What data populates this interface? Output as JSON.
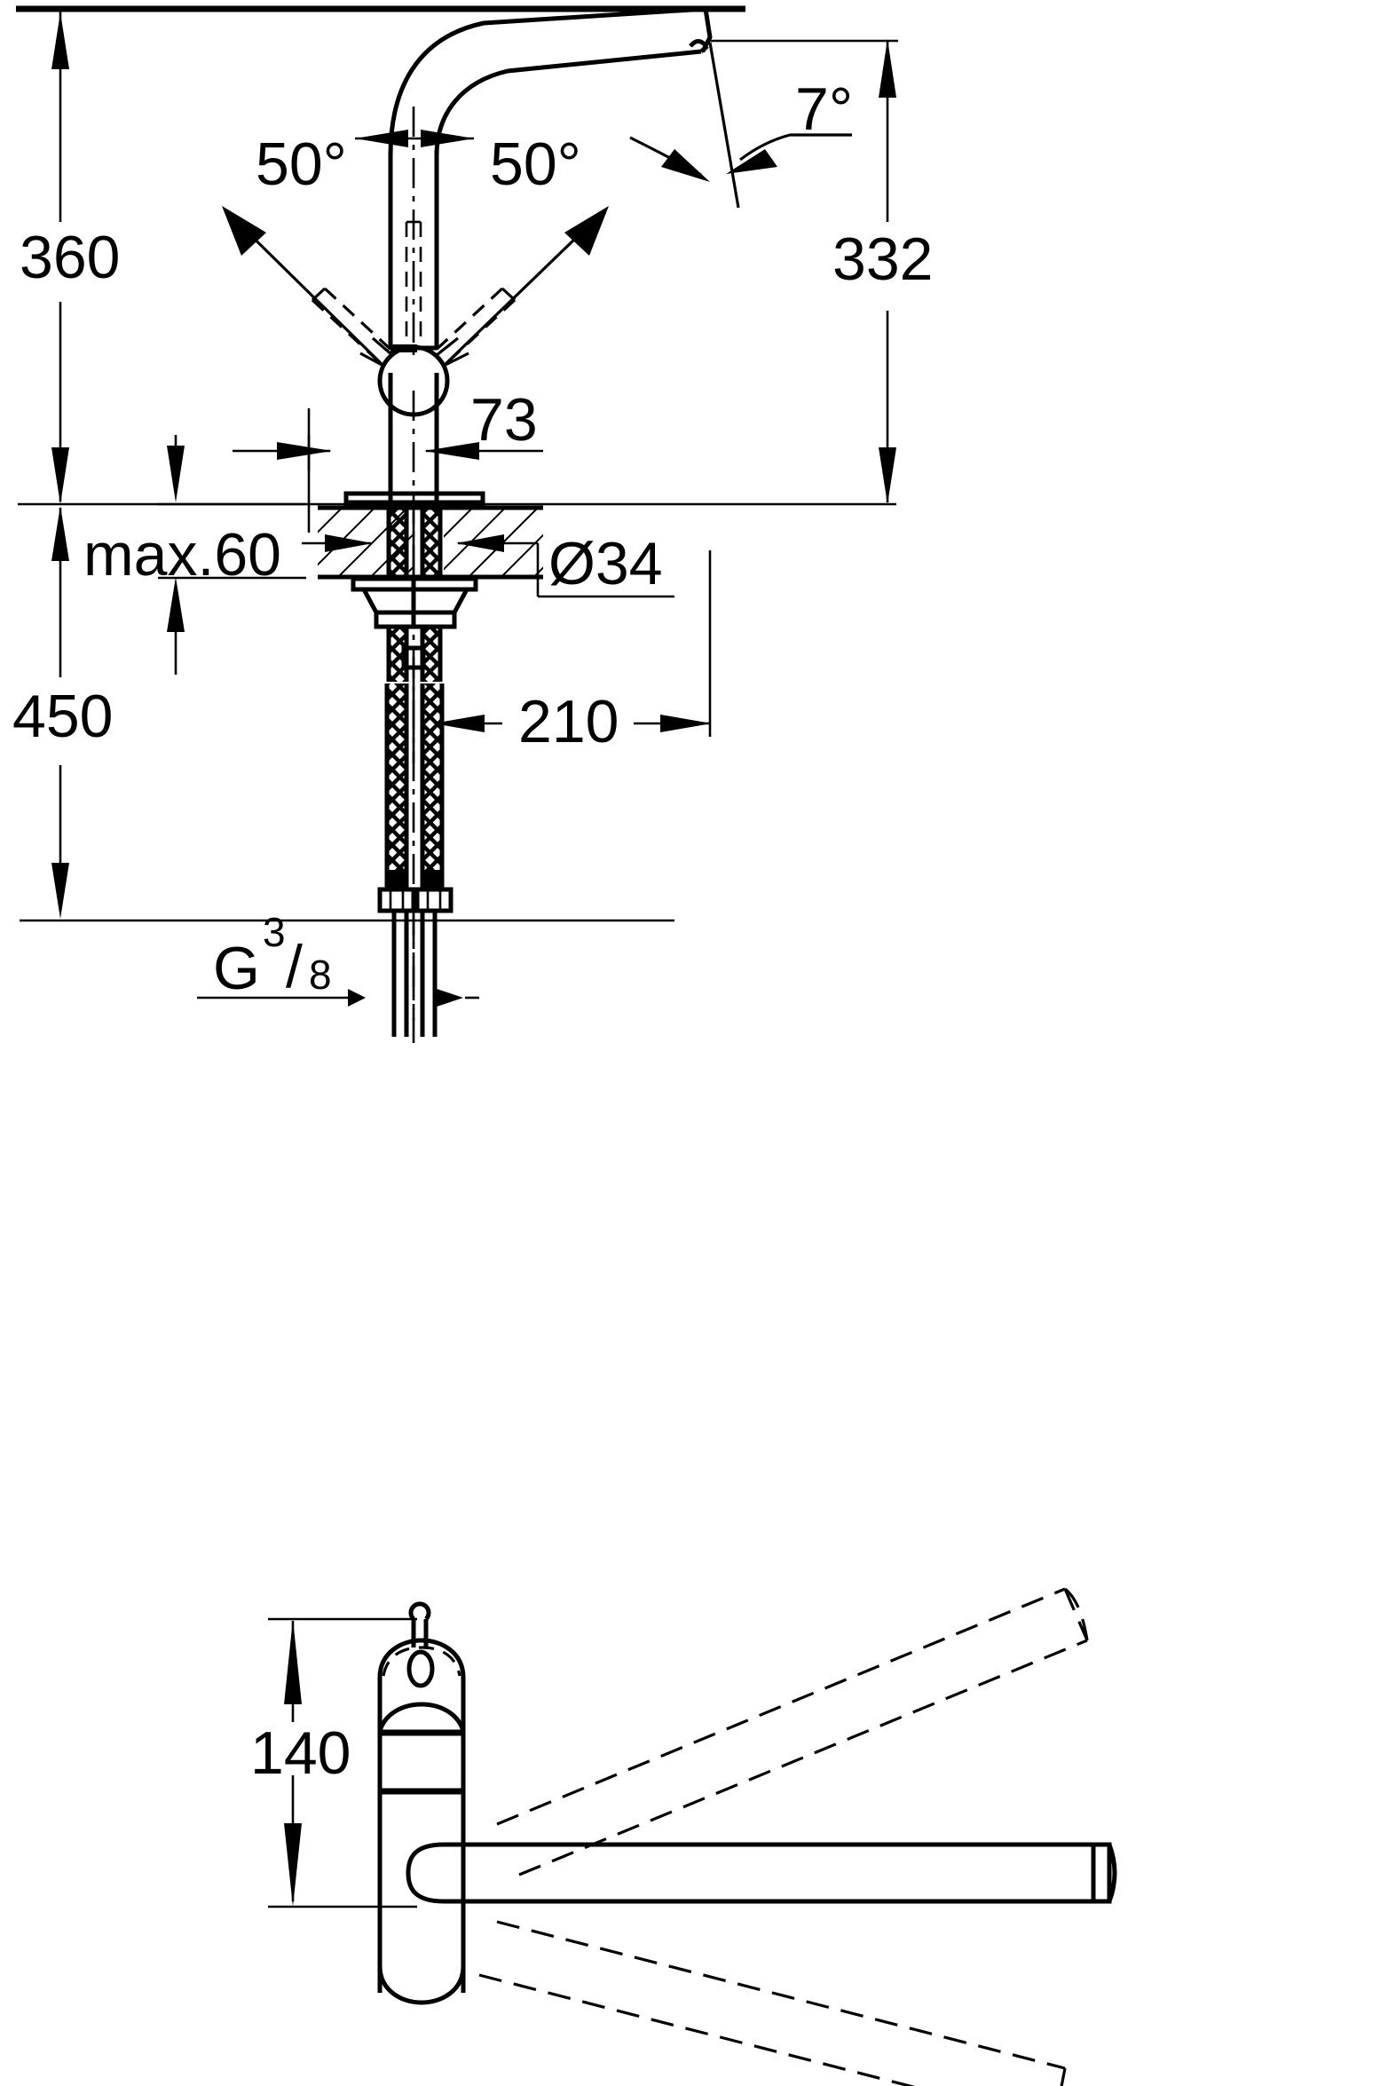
{
  "drawing": {
    "title": "Kitchen mixer tap dimensional drawing",
    "units": "mm",
    "line_color": "#000000",
    "background_color": "#ffffff",
    "views": [
      {
        "name": "elevation",
        "label": ""
      },
      {
        "name": "plan",
        "label": ""
      }
    ]
  },
  "dimensions": {
    "overall_height": "360",
    "spout_height": "332",
    "total_length": "450",
    "spout_reach": "210",
    "handle_height": "73",
    "max_deck_thickness": "max.60",
    "mounting_hole_diameter": "Ø34",
    "plan_radius": "140",
    "thread": {
      "prefix": "G",
      "numerator": "3",
      "slash": "/",
      "denominator": "8"
    }
  },
  "angles": {
    "handle_left": "50°",
    "handle_right": "50°",
    "spout_tilt": "7°"
  },
  "annotations": [
    {
      "id": "dim-360",
      "text": "360",
      "kind": "linear",
      "orientation": "vertical"
    },
    {
      "id": "dim-332",
      "text": "332",
      "kind": "linear",
      "orientation": "vertical"
    },
    {
      "id": "dim-450",
      "text": "450",
      "kind": "linear",
      "orientation": "vertical"
    },
    {
      "id": "dim-210",
      "text": "210",
      "kind": "linear",
      "orientation": "horizontal"
    },
    {
      "id": "dim-73",
      "text": "73",
      "kind": "linear",
      "orientation": "horizontal"
    },
    {
      "id": "dim-140",
      "text": "140",
      "kind": "linear",
      "orientation": "vertical"
    },
    {
      "id": "dim-max60",
      "text": "max.60",
      "kind": "linear",
      "orientation": "vertical"
    },
    {
      "id": "dim-d34",
      "text": "Ø34",
      "kind": "diameter",
      "orientation": "horizontal"
    },
    {
      "id": "ang-50-l",
      "text": "50°",
      "kind": "angular",
      "orientation": "leader"
    },
    {
      "id": "ang-50-r",
      "text": "50°",
      "kind": "angular",
      "orientation": "leader"
    },
    {
      "id": "ang-7",
      "text": "7°",
      "kind": "angular",
      "orientation": "leader"
    },
    {
      "id": "thread-g38",
      "text": "G 3/8",
      "kind": "thread",
      "orientation": "leader"
    }
  ]
}
